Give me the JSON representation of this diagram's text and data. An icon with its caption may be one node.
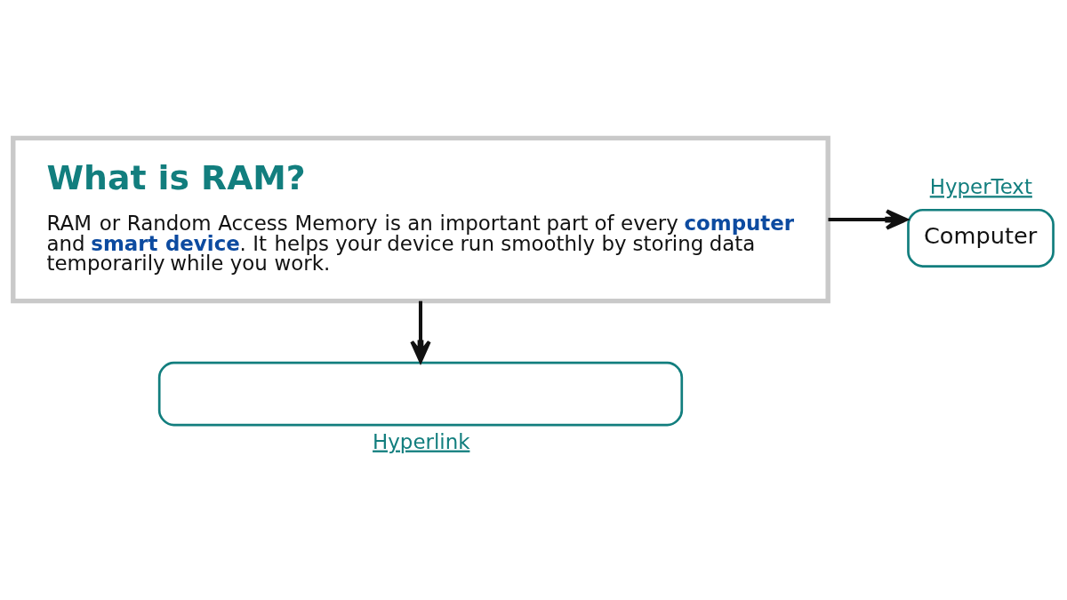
{
  "diagram": {
    "nodes": [
      {
        "text": [
          "What is RAM?",
          "RAM or Random Access Memory is an important part of every **computer** and **smart device**. It helps your device run smoothly by storing data temporarily while you work."
        ]
      },
      {
        "text": [
          "Computer"
        ],
        "beside": [
          "HyperText"
        ]
      },
      {
        "text": [],
        "shape": "box",
        "beside": [
          "Hyperlink"
        ]
      }
    ],
    "edges": [
      {
        "from": 0,
        "to": 1,
        "arrow": "to"
      },
      {
        "from": 0,
        "to": 2,
        "arrow": "to"
      }
    ]
  }
}
